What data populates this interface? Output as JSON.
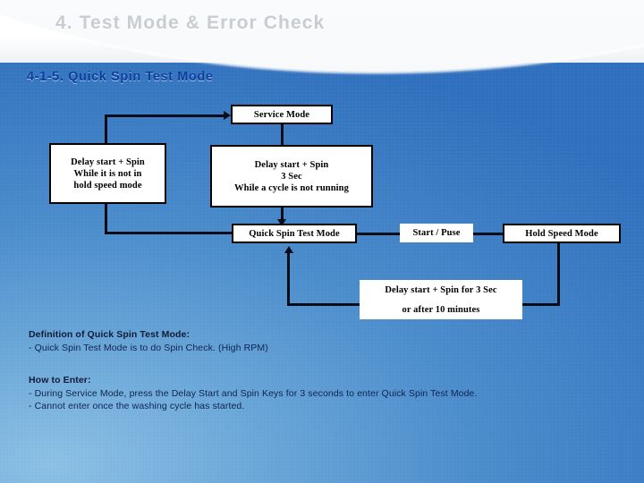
{
  "slide": {
    "title": "4. Test Mode & Error Check",
    "section": "4-1-5.  Quick Spin Test Mode",
    "accent_color": "#0c3f9c",
    "title_color": "#c9cdd1",
    "background_color": "#2f6fbd"
  },
  "diagram": {
    "nodes": {
      "service_mode": "Service Mode",
      "left_condition_l1": "Delay start +  Spin",
      "left_condition_l2": "While it is not in",
      "left_condition_l3": "hold speed mode",
      "mid_condition_l1": "Delay start +  Spin",
      "mid_condition_l2": "3 Sec",
      "mid_condition_l3": "While a cycle is not running",
      "quick_spin_test_mode": "Quick Spin Test Mode",
      "start_pause": "Start / Puse",
      "hold_speed_mode": "Hold Speed Mode",
      "return_condition_l1": "Delay start +  Spin for 3 Sec",
      "return_condition_l2": "or after 10 minutes"
    }
  },
  "notes": {
    "definition_heading": "Definition of Quick Spin Test Mode:",
    "definition_line1": "- Quick Spin Test Mode is to do Spin Check. (High RPM)",
    "howto_heading": "How to Enter:",
    "howto_line1": "-  During Service Mode, press the Delay Start and Spin Keys for 3 seconds to enter Quick Spin Test Mode.",
    "howto_line2": "-  Cannot enter once the washing cycle has started."
  }
}
